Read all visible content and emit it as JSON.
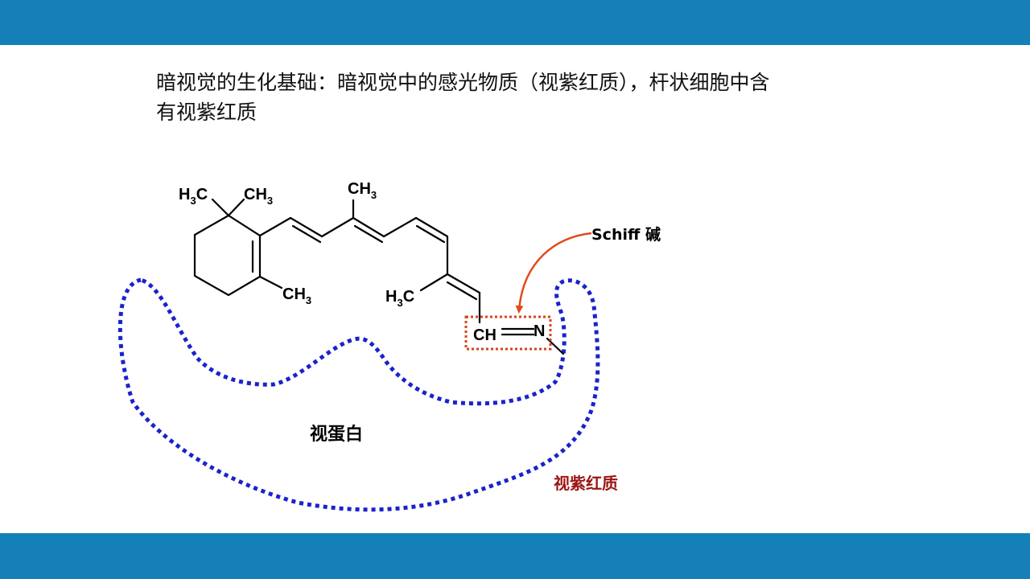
{
  "slide": {
    "title_line1": "暗视觉的生化基础：暗视觉中的感光物质（视紫红质），杆状细胞中含",
    "title_line2": "有视紫红质"
  },
  "diagram": {
    "groups": {
      "ch3_left_prefix": "H",
      "ch3_left_sub": "3",
      "ch3_left_suffix": "C",
      "ch3_right_prefix": "CH",
      "ch3_right_sub": "3",
      "ch3_top_prefix": "CH",
      "ch3_top_sub": "3",
      "ch3_ring_prefix": "CH",
      "ch3_ring_sub": "3",
      "h3c_chain_prefix": "H",
      "h3c_chain_sub": "3",
      "h3c_chain_suffix": "C",
      "ch": "CH",
      "n": "N"
    },
    "labels": {
      "schiff_base": "Schiff 碱",
      "opsin": "视蛋白",
      "rhodopsin": "视紫红质"
    },
    "colors": {
      "band": "#1580b8",
      "protein_outline": "#1a22cc",
      "schiff_box": "#d4461c",
      "arrow": "#e24a1c",
      "rhodopsin_label": "#9b1515"
    }
  }
}
